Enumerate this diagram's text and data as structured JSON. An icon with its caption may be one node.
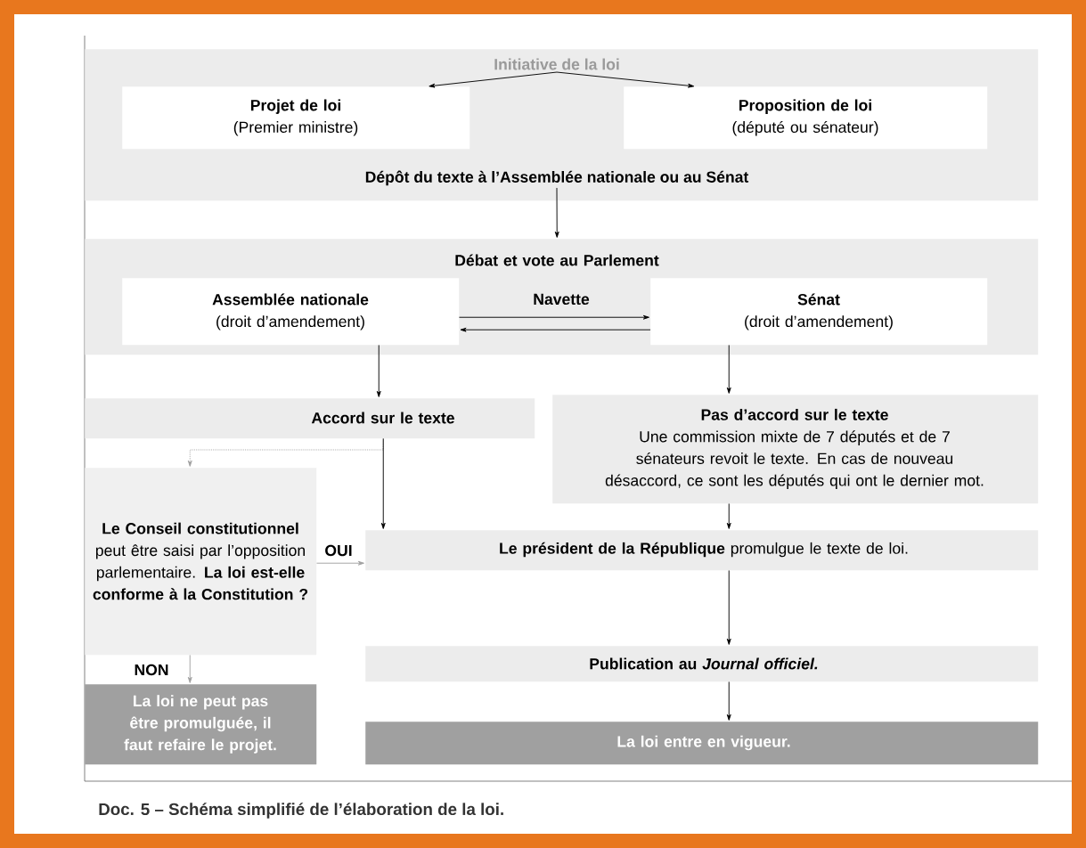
{
  "diagram": {
    "caption": "Doc. 5 – Schéma simplifié de l’élaboration de la loi.",
    "nodes": [
      {
        "text": [],
        "shape": "box"
      },
      {
        "text": [
          "Initiative de la loi"
        ],
        "in": 0
      },
      {
        "text": [
          "Projet de loi",
          "(Premier ministre)"
        ],
        "in": 0
      },
      {
        "text": [
          "Proposition de loi",
          "(député ou sénateur)"
        ],
        "in": 0
      },
      {
        "text": [
          "Dépôt du texte à l’Assemblée nationale ou au Sénat"
        ],
        "in": 0
      },
      {
        "text": [
          "Débat et vote au Parlement"
        ]
      },
      {
        "text": [
          "Assemblée nationale",
          "(droit d’amendement)"
        ],
        "in": 5
      },
      {
        "text": [
          "Sénat",
          "(droit d’amendement)"
        ],
        "in": 5
      },
      {
        "text": [
          "Accord sur le texte"
        ]
      },
      {
        "text": [
          "Pas d’accord sur le texte",
          "Une commission mixte de 7 députés et de 7 sénateurs revoit le texte. En cas de nouveau désaccord, ce sont les députés qui ont le dernier mot."
        ]
      },
      {
        "text": [
          "**Le Conseil constitutionnel** peut être saisi par l’opposition parlementaire. **La loi est-elle conforme à la Constitution ?**"
        ]
      },
      {
        "text": [
          "**Le président de la République** promulgue le texte de loi."
        ]
      },
      {
        "text": [
          "Publication au *Journal officiel.*"
        ]
      },
      {
        "text": [
          "La loi ne peut pas être promulguée, il faut refaire le projet."
        ]
      },
      {
        "text": [
          "La loi entre en vigueur."
        ]
      }
    ],
    "edges": [
      {
        "from": 1,
        "to": 2,
        "arrow": "to"
      },
      {
        "from": 1,
        "to": 3,
        "arrow": "to"
      },
      {
        "from": 4,
        "to": 5,
        "arrow": "to"
      },
      {
        "from": 6,
        "to": 7,
        "arrow": "to",
        "label": "Navette"
      },
      {
        "from": 7,
        "to": 6,
        "arrow": "to"
      },
      {
        "from": 6,
        "to": 8,
        "arrow": "to"
      },
      {
        "from": 7,
        "to": 9,
        "arrow": "to"
      },
      {
        "from": 8,
        "to": 10,
        "arrow": "to",
        "style": "dashed",
        "color": "#a0a0a0"
      },
      {
        "from": 8,
        "to": 11,
        "arrow": "to"
      },
      {
        "from": 10,
        "to": 11,
        "arrow": "to",
        "label": "OUI",
        "color": "#a0a0a0"
      },
      {
        "from": 10,
        "to": 13,
        "arrow": "to",
        "label": "NON",
        "color": "#a0a0a0"
      },
      {
        "from": 9,
        "to": 11,
        "arrow": "to"
      },
      {
        "from": 11,
        "to": 12,
        "arrow": "to"
      },
      {
        "from": 12,
        "to": 14,
        "arrow": "to"
      }
    ]
  }
}
